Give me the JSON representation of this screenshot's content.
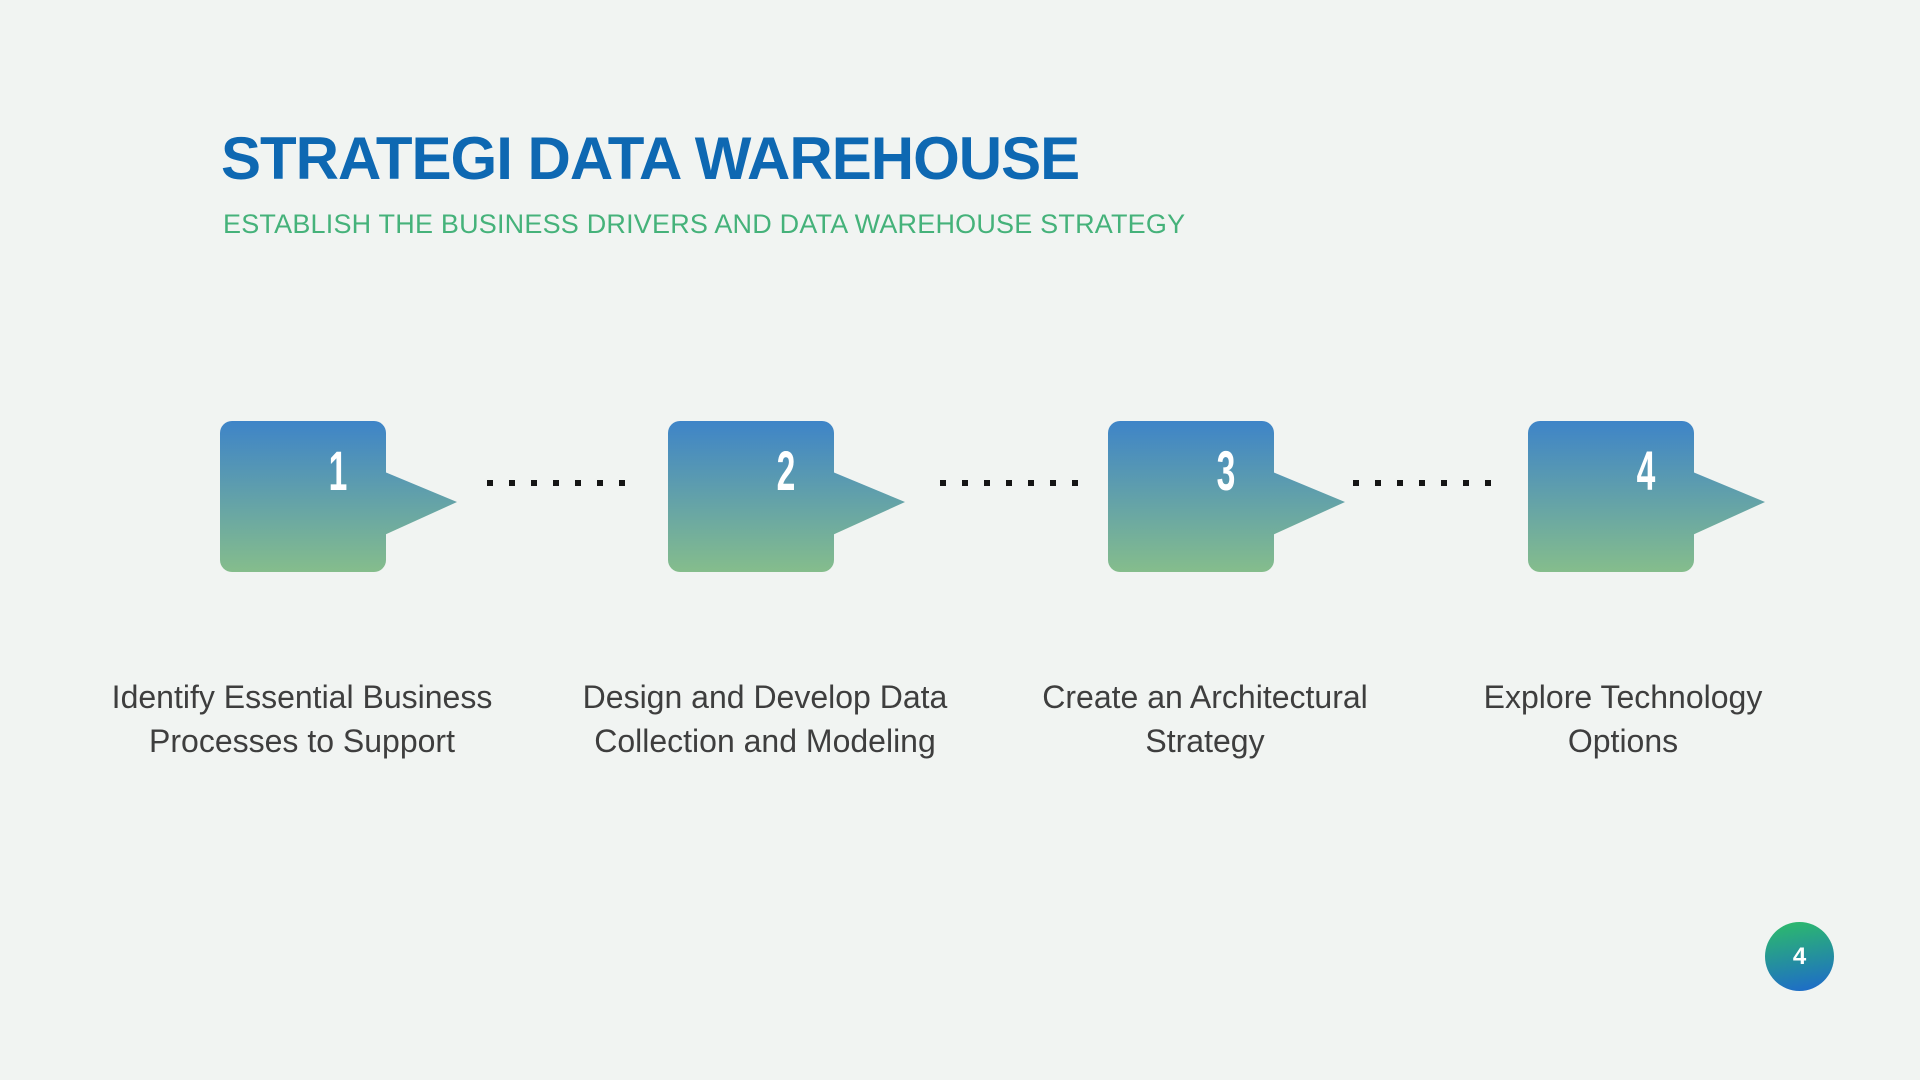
{
  "slide": {
    "title": "STRATEGI DATA WAREHOUSE",
    "subtitle": "ESTABLISH THE BUSINESS DRIVERS AND DATA WAREHOUSE STRATEGY",
    "page_number": "4"
  },
  "steps": [
    {
      "number": "1",
      "label": "Identify Essential Business Processes to Support",
      "label_lines": [
        "Identify Essential Business",
        "Processes to Support"
      ]
    },
    {
      "number": "2",
      "label": "Design and Develop Data Collection and Modeling",
      "label_lines": [
        "Design and Develop Data",
        "Collection and Modeling"
      ]
    },
    {
      "number": "3",
      "label": "Create an Architectural Strategy",
      "label_lines": [
        "Create an Architectural",
        "Strategy"
      ]
    },
    {
      "number": "4",
      "label": "Explore Technology Options",
      "label_lines": [
        "Explore Technology",
        "Options"
      ]
    }
  ],
  "colors": {
    "background": "#f1f4f2",
    "title_text": "#0e68b2",
    "subtitle_text": "#45b27a",
    "label_text": "#3e3e3e",
    "arrow_gradient_top": "#3e84c8",
    "arrow_gradient_bottom": "#85bd8c",
    "step_number_text": "#ffffff",
    "connector_dot": "#151515",
    "page_badge_gradient_top": "#2dbd68",
    "page_badge_gradient_bottom": "#1d68cd"
  }
}
